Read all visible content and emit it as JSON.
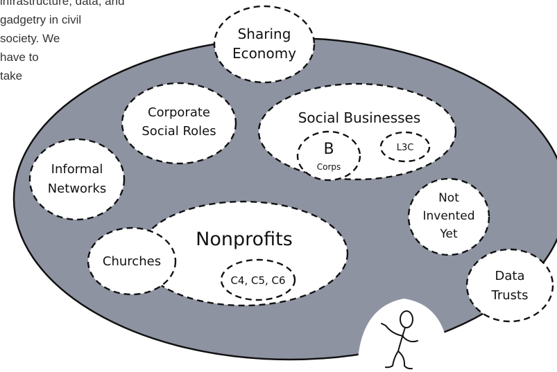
{
  "intro_text": {
    "lines": [
      "infrastructure, data, and",
      "gadgetry in civil",
      "society. We",
      "have to",
      "take"
    ]
  },
  "diagram": {
    "colors": {
      "ecosystem_fill": "#8e93a2",
      "bubble_fill": "#ffffff",
      "outline": "#111111"
    },
    "sharing_economy": [
      "Sharing",
      "Economy"
    ],
    "corporate_social_roles": [
      "Corporate",
      "Social Roles"
    ],
    "social_businesses": {
      "title": "Social Businesses",
      "b_corps": {
        "letter": "B",
        "label": "Corps"
      },
      "l3c": "L3C"
    },
    "informal_networks": [
      "Informal",
      "Networks"
    ],
    "not_invented_yet": [
      "Not",
      "Invented",
      "Yet"
    ],
    "nonprofits": {
      "title": "Nonprofits",
      "types": "C4, C5, C6"
    },
    "churches": "Churches",
    "data_trusts": [
      "Data",
      "Trusts"
    ],
    "figure_icon": "running-stick-figure-icon"
  }
}
